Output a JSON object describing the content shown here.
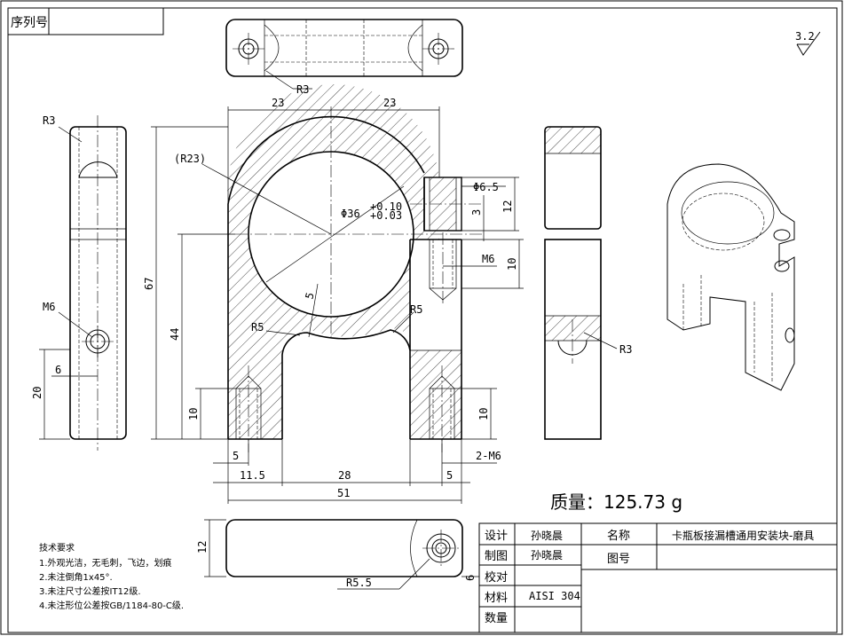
{
  "corner_label": "序列号",
  "surface_finish": "3.2",
  "mass": "质量：125.73 g",
  "tech": {
    "title": "技术要求",
    "items": [
      "1.外观光洁，无毛刺，飞边，划痕",
      "2.未注倒角1x45°.",
      "3.未注尺寸公差按IT12级.",
      "4.未注形位公差按GB/1184-80-C级."
    ]
  },
  "title_block": {
    "design_label": "设计",
    "design_name": "孙晓晨",
    "drawing_label": "制图",
    "drawing_name": "孙晓晨",
    "check_label": "校对",
    "material_label": "材料",
    "material_value": "AISI 304",
    "qty_label": "数量",
    "name_label": "名称",
    "name_value": "卡瓶板接漏槽通用安装块-磨具",
    "drawing_no_label": "图号"
  },
  "dims": {
    "r3_top": "R3",
    "d23_left": "23",
    "d23_right": "23",
    "r23": "(R23)",
    "phi65": "Φ6.5",
    "d12_right": "12",
    "d3": "3",
    "phi36": "Φ36",
    "tol_up": "+0.10",
    "tol_low": "+0.03",
    "m6_mid": "M6",
    "d10_mid": "10",
    "d67": "67",
    "d44": "44",
    "d5_slope": "5",
    "r5_left": "R5",
    "r5_right": "R5",
    "d10_left": "10",
    "d10_right": "10",
    "d5_a": "5",
    "d11_5": "11.5",
    "d28": "28",
    "d51": "51",
    "d2m6": "2-M6",
    "d5_b": "5",
    "r3_left": "R3",
    "m6_left": "M6",
    "d6_left": "6",
    "d20": "20",
    "r3_side": "R3",
    "d12_bottom": "12",
    "r5_5": "R5.5",
    "d6_bottom": "6"
  }
}
